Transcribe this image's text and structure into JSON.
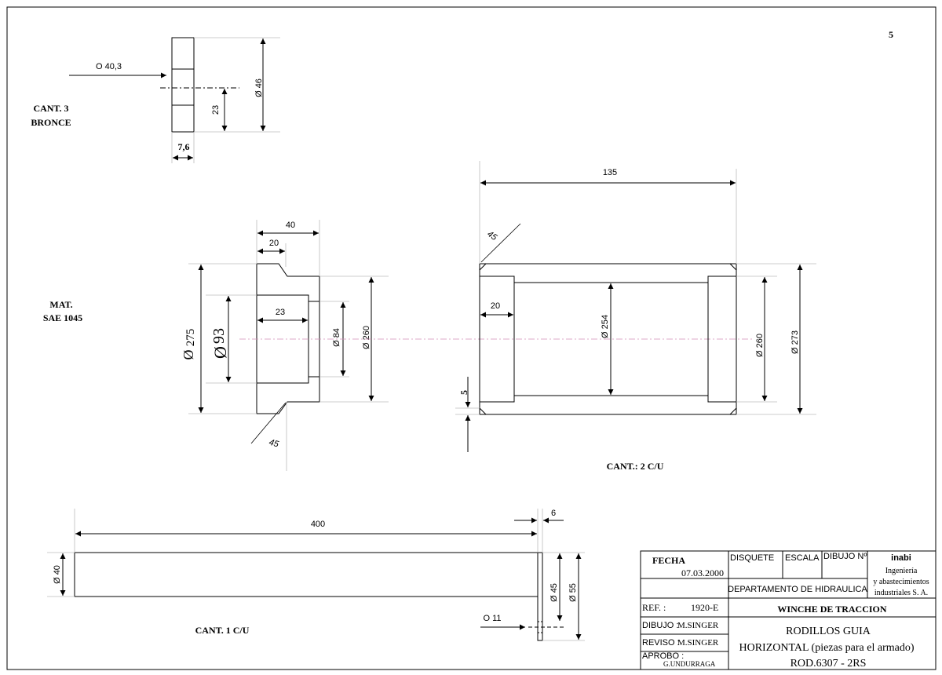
{
  "sheet": {
    "page_number": "5"
  },
  "washer": {
    "bore_label": "O  40,3",
    "quantity_label": "CANT. 3",
    "material_label": "BRONCE",
    "dim_height": "23",
    "dim_diameter": "Ø  46",
    "dim_thickness": "7,6"
  },
  "flange": {
    "material_label": "MAT.",
    "material_value": "SAE 1045",
    "dim_width_outer": "40",
    "dim_width_step": "20",
    "dim_bore_depth": "23",
    "dim_d275": "275",
    "dim_d93": "93",
    "dim_d84": "Ø  84",
    "dim_d260": "Ø  260",
    "chamfer_label": "45"
  },
  "tube": {
    "dim_length": "135",
    "chamfer_label": "45",
    "dim_recess": "20",
    "dim_d254": "Ø 254",
    "dim_d260": "Ø  260",
    "dim_d273": "Ø  273",
    "dim_wall": "5",
    "quantity_label": "CANT.: 2 C/U"
  },
  "shaft": {
    "dim_length": "400",
    "dim_head": "6",
    "dim_d40": "Ø  40",
    "dim_d45": "Ø  45",
    "dim_d55": "Ø  55",
    "dim_hole": "O 11",
    "quantity_label": "CANT. 1 C/U"
  },
  "title_block": {
    "fecha_label": "FECHA",
    "fecha_value": "07.03.2000",
    "disquete_label": "DISQUETE",
    "escala_label": "ESCALA",
    "dibujo_no_label": "DIBUJO Nº",
    "company_name": "inabi",
    "company_line1": "Ingeniería",
    "company_line2": "y abastecimientos",
    "company_line3": "industriales  S. A.",
    "department": "DEPARTAMENTO DE HIDRAULICA",
    "ref_label": "REF. :",
    "ref_value": "1920-E",
    "project_title": "WINCHE DE TRACCION",
    "dibujo_label": "DIBUJO :",
    "dibujo_value": "M.SINGER",
    "reviso_label": "REVISO :",
    "reviso_value": "M.SINGER",
    "aprobo_label": "APROBO :",
    "aprobo_value": "G.UNDURRAGA",
    "desc_line1": "RODILLOS  GUIA",
    "desc_line2": "HORIZONTAL  (piezas para el armado)",
    "desc_line3": "ROD.6307 - 2RS"
  }
}
